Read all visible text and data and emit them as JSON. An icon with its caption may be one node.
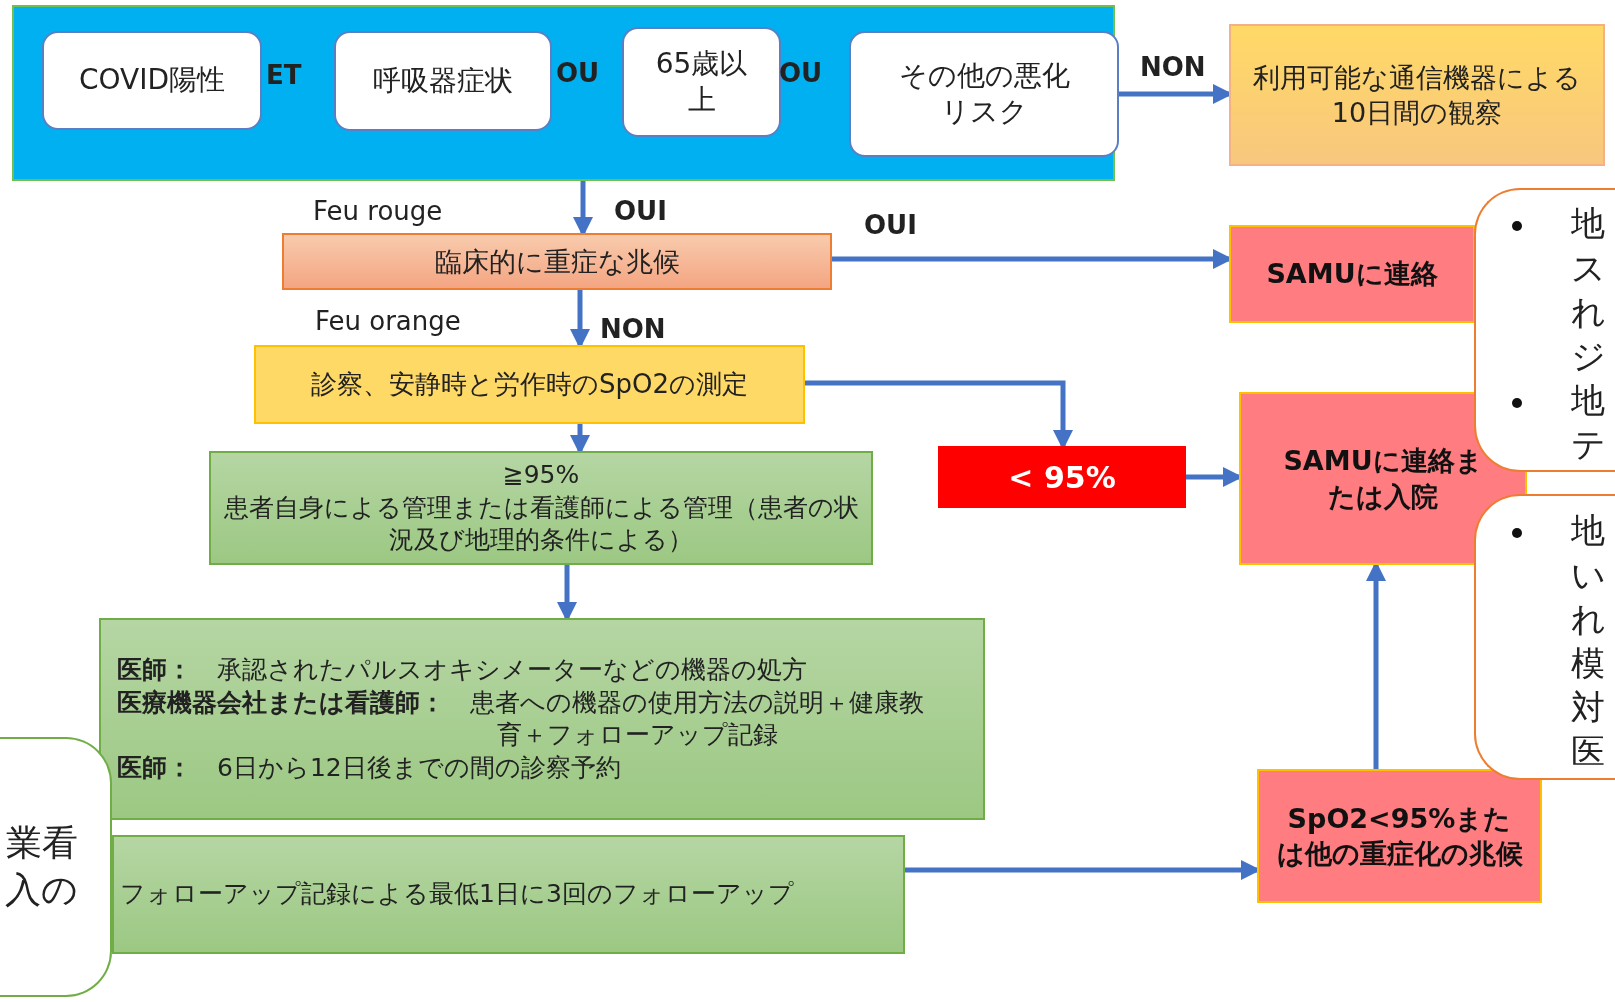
{
  "diagram": {
    "nodes": [
      {
        "text": [],
        "shape": "box"
      },
      {
        "text": [
          "COVID陽性"
        ],
        "in": 0
      },
      {
        "text": [
          "呼吸器症状"
        ],
        "in": 0
      },
      {
        "text": [
          "65歳以上"
        ],
        "in": 0
      },
      {
        "text": [
          "その他の悪化リスク"
        ],
        "in": 0
      },
      {
        "text": [
          "利用可能な通信機器による10日間の観察"
        ]
      },
      {
        "text": [
          "臨床的に重症な兆候"
        ]
      },
      {
        "text": [
          "SAMUに連絡"
        ]
      },
      {
        "text": [
          "地スれジ",
          "地テ"
        ]
      },
      {
        "text": [
          "診察、安静時と労作時のSpO2の測定"
        ]
      },
      {
        "text": [
          "< 95%"
        ]
      },
      {
        "text": [
          "SAMUに連絡または入院"
        ]
      },
      {
        "text": [
          "≧95%",
          "患者自身による管理または看護師による管理（患者の状況及び地理的条件による）"
        ]
      },
      {
        "text": [
          "**医師：**　承認されたパルスオキシメーターなどの機器の処方",
          "**医療機器会社または看護師：**　患者への機器の使用方法の説明＋健康教育＋フォローアップ記録",
          "**医師：**　6日から12日後までの間の診察予約"
        ]
      },
      {
        "text": [
          "地いれ模対医"
        ]
      },
      {
        "text": [
          "業看入の"
        ]
      },
      {
        "text": [
          "フォローアップ記録による最低1日に3回のフォローアップ"
        ]
      },
      {
        "text": [
          "SpO2<95%または他の重症化の兆候"
        ]
      }
    ],
    "edges": [
      {
        "from": 0,
        "to": 5,
        "arrow": "to",
        "label": "NON"
      },
      {
        "from": 0,
        "to": 6,
        "arrow": "to",
        "label": "OUI"
      },
      {
        "from": 6,
        "to": 7,
        "arrow": "to",
        "label": "OUI"
      },
      {
        "from": 6,
        "to": 9,
        "arrow": "to",
        "label": "NON"
      },
      {
        "from": 9,
        "to": 10,
        "arrow": "to"
      },
      {
        "from": 9,
        "to": 12,
        "arrow": "to"
      },
      {
        "from": 10,
        "to": 11,
        "arrow": "to"
      },
      {
        "from": 12,
        "to": 13,
        "arrow": "to"
      },
      {
        "from": 16,
        "to": 17,
        "arrow": "to"
      },
      {
        "from": 17,
        "to": 11,
        "arrow": "to"
      }
    ],
    "labels": [
      "ET",
      "OU",
      "OU",
      "Feu rouge",
      "Feu orange"
    ]
  }
}
